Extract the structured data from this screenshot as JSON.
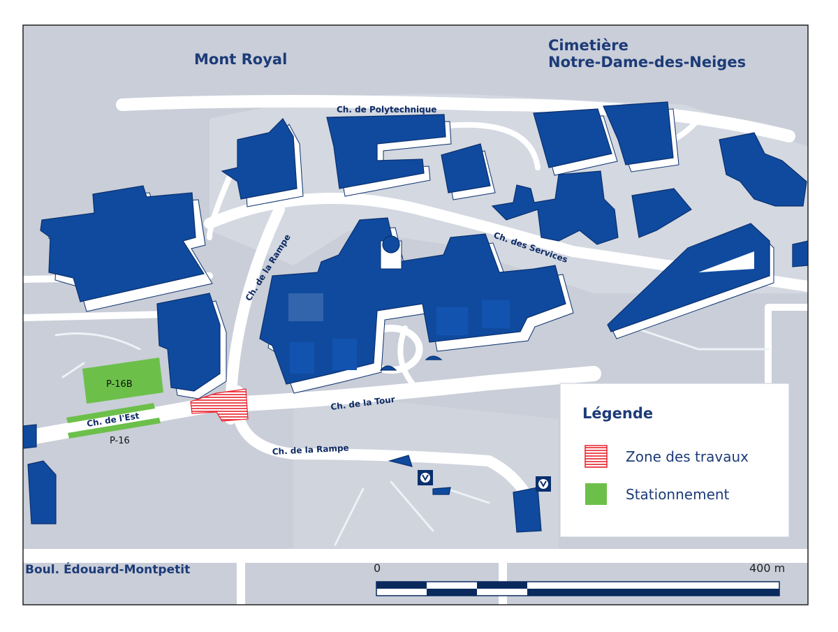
{
  "map": {
    "areas": {
      "mont_royal": "Mont Royal",
      "cimetiere_line1": "Cimetière",
      "cimetiere_line2": "Notre-Dame-des-Neiges"
    },
    "streets": {
      "polytechnique": "Ch. de Polytechnique",
      "rampe_north": "Ch. de la Rampe",
      "services": "Ch. des Services",
      "tour": "Ch. de la Tour",
      "rampe_south": "Ch. de la Rampe",
      "est": "Ch. de l'Est",
      "boulevard": "Boul. Édouard-Montpetit"
    },
    "parking": {
      "p16b": "P-16B",
      "p16": "P-16"
    },
    "scale": {
      "start": "0",
      "end": "400 m"
    },
    "legend": {
      "title": "Légende",
      "items": [
        {
          "label": "Zone des travaux",
          "swatch": "hatched-red"
        },
        {
          "label": "Stationnement",
          "swatch": "green"
        }
      ]
    },
    "colors": {
      "background": "#c9ced8",
      "road": "#ffffff",
      "building": "#0f4a9e",
      "works_zone": "#e8202a",
      "parking": "#6cc04a",
      "label": "#1d3b78"
    },
    "icons": [
      "metro-icon",
      "metro-icon"
    ]
  }
}
